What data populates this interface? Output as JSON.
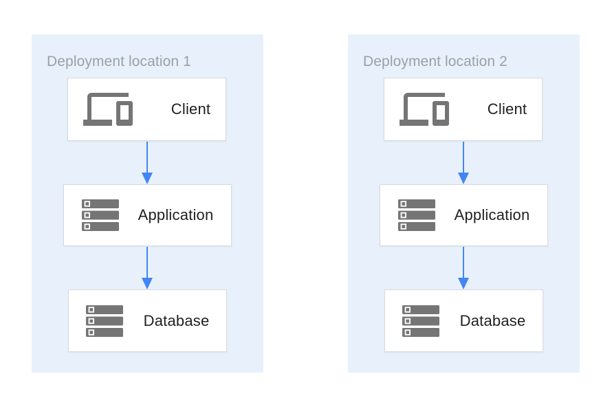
{
  "diagram": {
    "panels": [
      {
        "title": "Deployment location 1",
        "nodes": [
          {
            "label": "Client",
            "icon": "devices-icon"
          },
          {
            "label": "Application",
            "icon": "servers-icon"
          },
          {
            "label": "Database",
            "icon": "servers-icon"
          }
        ],
        "arrows": [
          {
            "from": "Client",
            "to": "Application"
          },
          {
            "from": "Application",
            "to": "Database"
          }
        ]
      },
      {
        "title": "Deployment location 2",
        "nodes": [
          {
            "label": "Client",
            "icon": "devices-icon"
          },
          {
            "label": "Application",
            "icon": "servers-icon"
          },
          {
            "label": "Database",
            "icon": "servers-icon"
          }
        ],
        "arrows": [
          {
            "from": "Client",
            "to": "Application"
          },
          {
            "from": "Application",
            "to": "Database"
          }
        ]
      }
    ],
    "colors": {
      "panel_background": "#E8F1FB",
      "arrow_blue": "#4285F4",
      "icon_gray": "#757575",
      "node_border": "#D6DADE",
      "node_background": "#FFFFFF",
      "title_text": "#9AA0A6",
      "node_text": "#212121"
    }
  }
}
